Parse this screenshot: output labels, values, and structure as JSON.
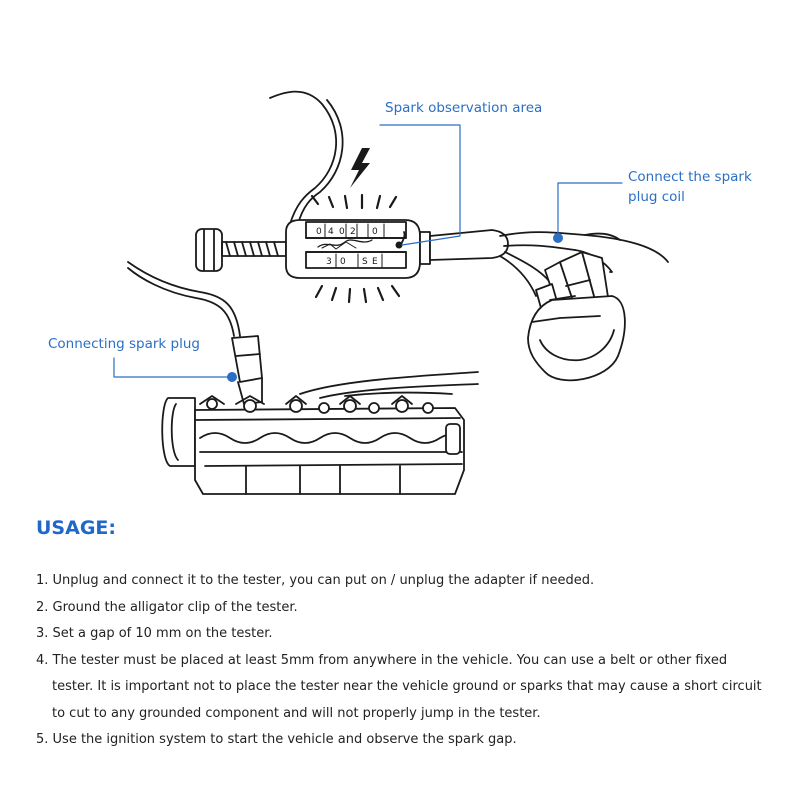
{
  "callouts": {
    "spark_area": "Spark observation area",
    "coil_line1": "Connect the spark",
    "coil_line2": "plug coil",
    "plug": "Connecting spark plug"
  },
  "tester_scale": {
    "top": [
      "0",
      "4",
      "0",
      "2",
      "0"
    ],
    "bottom": [
      "3",
      "0",
      "S",
      "E"
    ]
  },
  "usage": {
    "heading": "USAGE:",
    "steps": [
      "1. Unplug and connect it to the tester, you can put on / unplug the adapter if needed.",
      "2. Ground the alligator clip of the tester.",
      "3. Set a gap of 10 mm on the tester.",
      "4. The tester must be placed at least 5mm from anywhere in the vehicle. You can use a belt or other fixed tester. It is important not to place the tester near the vehicle ground or sparks that may cause a short circuit to cut to any grounded component and will not properly jump in the tester.",
      "5. Use the ignition system to start the vehicle and observe the spark gap."
    ]
  },
  "colors": {
    "accent": "#2a6fc4",
    "heading": "#1f67c8",
    "line": "#1a1a1a"
  }
}
